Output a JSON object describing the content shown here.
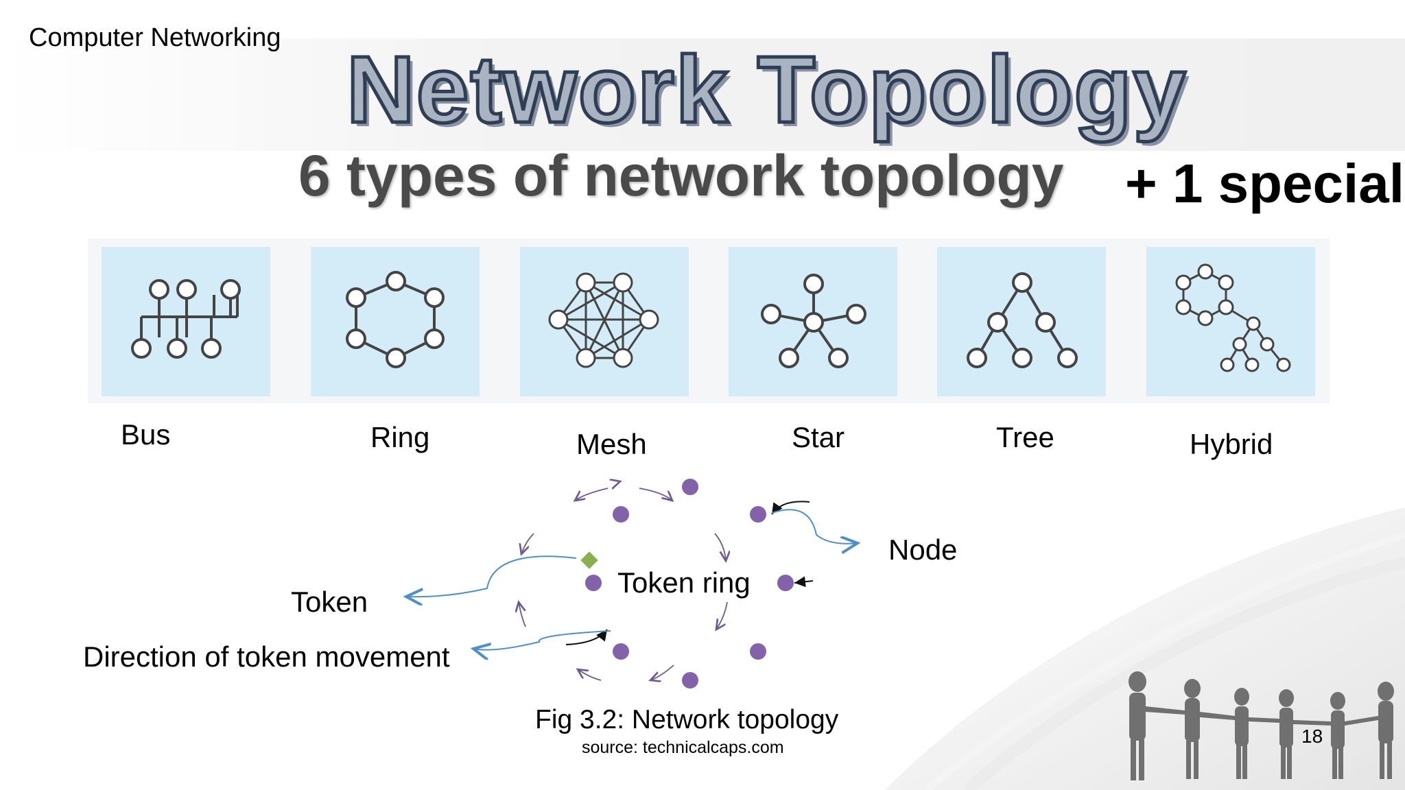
{
  "header": {
    "course": "Computer Networking",
    "title": "Network Topology",
    "subtitle": "6 types of network topology",
    "special": "+ 1 special"
  },
  "topologies": [
    {
      "label": "Bus",
      "icon": "bus-topology-icon"
    },
    {
      "label": "Ring",
      "icon": "ring-topology-icon"
    },
    {
      "label": "Mesh",
      "icon": "mesh-topology-icon"
    },
    {
      "label": "Star",
      "icon": "star-topology-icon"
    },
    {
      "label": "Tree",
      "icon": "tree-topology-icon"
    },
    {
      "label": "Hybrid",
      "icon": "hybrid-topology-icon"
    }
  ],
  "token_ring": {
    "center_label": "Token ring",
    "node_label": "Node",
    "token_label": "Token",
    "direction_label": "Direction of token movement"
  },
  "figure": {
    "caption": "Fig 3.2: Network topology",
    "source": "source: technicalcaps.com"
  },
  "page": {
    "number": "18"
  },
  "colors": {
    "tile_background": "#d4ebf8",
    "node": "#8262a8",
    "token": "#8ab04e",
    "callout_arrow": "#4f8fc4"
  }
}
